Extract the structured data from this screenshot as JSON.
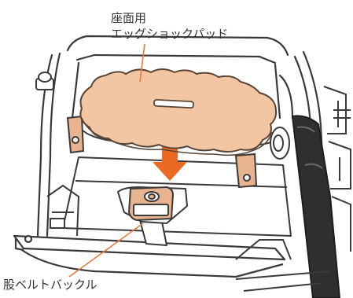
{
  "callouts": {
    "seat_pad": {
      "line1": "座面用",
      "line2": "エッグショックパッド"
    },
    "crotch_buckle": "股ベルトバックル"
  },
  "colors": {
    "pad_fill": "#f3c6a3",
    "pad_stroke": "#5a4636",
    "accent_orange": "#ea6a24",
    "leader_line": "#e97a3c",
    "frame_stroke": "#3a3a3a",
    "tab_fill": "#e7b48f"
  },
  "icons": {
    "arrow": "down-arrow-icon"
  }
}
